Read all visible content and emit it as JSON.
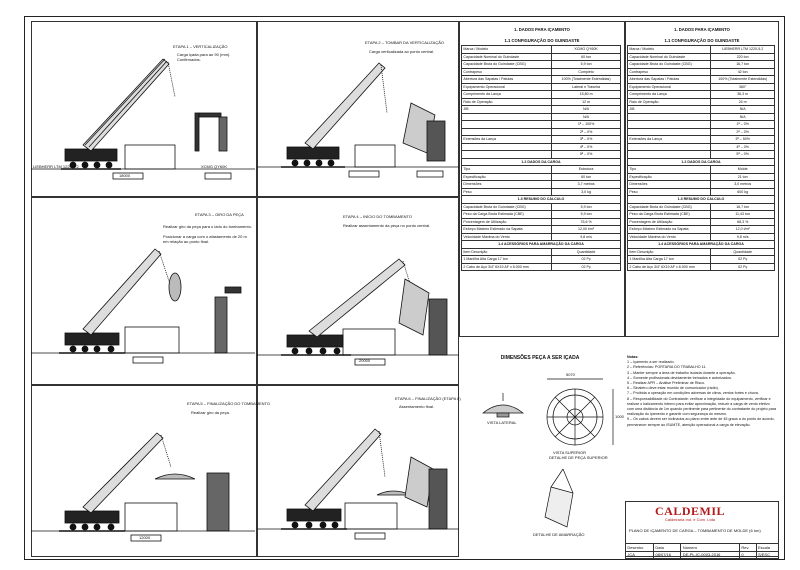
{
  "stages": [
    {
      "title": "ETAPA 1 – VERTICALIZAÇÃO",
      "note1": "Carga içada para ao 90 (mm).",
      "note2": "Confirmados."
    },
    {
      "title": "ETAPA 2 – TOMBAR DA VERTICALIZAÇÃO",
      "note1": "Carga verticalizada ao ponto central.",
      "note2": ""
    },
    {
      "title": "ETAPA 3 – GIRO DA PEÇA",
      "note1": "Realizar giro da peça para o lado do tombamento.",
      "note2": "Posicionar a carga com o afastamento de 20 m em relação ao ponto final."
    },
    {
      "title": "ETAPA 4 – INÍCIO DO TOMBAMENTO",
      "note1": "Realizar assentamento da peça no ponto central.",
      "note2": ""
    },
    {
      "title": "ETAPA 5 – FINALIZAÇÃO DO TOMBAMENTO",
      "note1": "Realizar giro da peça.",
      "note2": ""
    },
    {
      "title": "ETAPA 6 – FINALIZAÇÃO (ETAPA 6)",
      "note1": "Assentamento final.",
      "note2": ""
    }
  ],
  "left_table": {
    "title": "1. DADOS PARA IÇAMENTO",
    "sec1": "1.1 CONFIGURAÇÃO DO GUINDASTE",
    "rows": [
      [
        "Marca / Modelo",
        "XCMG QY60K"
      ],
      [
        "Capacidade Nominal do Guindaste",
        "60 ton"
      ],
      [
        "Capacidade Bruta do Guindaste (CBG)",
        "5,9 ton"
      ],
      [
        "Contrapeso",
        "Completo"
      ],
      [
        "Abertura das Sapatas / Patolas",
        "100% (Totalmente Estendidas)"
      ],
      [
        "Equipamento Operacional",
        "Lateral e Traseira"
      ],
      [
        "Comprimento da Lança",
        "15,80 m"
      ],
      [
        "Raio de Operação",
        "12 m"
      ]
    ],
    "jib_label": "JIB",
    "jib_vals": [
      "N/A",
      "N/A"
    ],
    "sections_label": "Extensões da Lança",
    "sections": [
      "1ª – 100%",
      "2ª – 0%",
      "3ª – 0%",
      "4ª – 0%",
      "5ª – 0%"
    ],
    "sec2": "1.2 DADOS DA CARGA",
    "rows2": [
      [
        "Tipo",
        "Estrutura"
      ],
      [
        "Especificação",
        "60 ton"
      ],
      [
        "Dimensões",
        "3,7 metros"
      ],
      [
        "Peso",
        "3,0 kg"
      ]
    ],
    "sec3": "1.3 RESUMO DO CÁLCULO",
    "rows3": [
      [
        "Capacidade Bruta do Guindaste (CBG)",
        "5,9 ton"
      ],
      [
        "Peso da Carga Bruta Estimada (CBE)",
        "5,9 ton"
      ],
      [
        "Porcentagem de Utilização",
        "76,6 %"
      ],
      [
        "Esforço Máximo Estimado na Sapata",
        "12,00 t/m²"
      ],
      [
        "Velocidade Máxima do Vento",
        "9,8 m/s"
      ]
    ],
    "sec4": "1.4 ACESSÓRIOS PARA AMARRAÇÃO DA CARGA",
    "acc_head": [
      "Item",
      "Descrição",
      "Quantidade"
    ],
    "acc_rows": [
      [
        "1",
        "Manilha Alta Carga 17 ton",
        "02 Pç"
      ],
      [
        "2",
        "Cabo de Aço 3/4” 6X19 AF x 6.000 mm",
        "02 Pç"
      ]
    ]
  },
  "right_table": {
    "title": "1. DADOS PARA IÇAMENTO",
    "sec1": "1.1 CONFIGURAÇÃO DO GUINDASTE",
    "rows": [
      [
        "Marca / Modelo",
        "LIEBHERR LTM 1220-5.2"
      ],
      [
        "Capacidade Nominal do Guindaste",
        "220 ton"
      ],
      [
        "Capacidade Bruta do Guindaste (CBG)",
        "16,7 ton"
      ],
      [
        "Contrapeso",
        "42 ton"
      ],
      [
        "Abertura das Sapatas / Patolas",
        "100% (Totalmente Estendidas)"
      ],
      [
        "Equipamento Operacional",
        "360°"
      ],
      [
        "Comprimento da Lança",
        "36,3 m"
      ],
      [
        "Raio de Operação",
        "24 m"
      ]
    ],
    "jib_label": "JIB",
    "jib_vals": [
      "N/A",
      "N/A"
    ],
    "sections_label": "Extensões da Lança",
    "sections": [
      "1ª – 0%",
      "2ª – 0%",
      "3ª – 50%",
      "4ª – 0%",
      "5ª – 0%"
    ],
    "sec2": "1.2 DADOS DA CARGA",
    "rows2": [
      [
        "Tipo",
        "Molde"
      ],
      [
        "Especificação",
        "21 ton"
      ],
      [
        "Dimensões",
        "3,0 metros"
      ],
      [
        "Peso",
        "600 kg"
      ]
    ],
    "sec3": "1.3 RESUMO DO CÁLCULO",
    "rows3": [
      [
        "Capacidade Bruta do Guindaste (CBG)",
        "16,7 ton"
      ],
      [
        "Peso da Carga Bruta Estimada (CBE)",
        "11,43 ton"
      ],
      [
        "Porcentagem de Utilização",
        "68,3 %"
      ],
      [
        "Esforço Máximo Estimado na Sapata",
        "12,0 t/m²"
      ],
      [
        "Velocidade Máxima do Vento",
        "9,8 m/s"
      ]
    ],
    "sec4": "1.4 ACESSÓRIOS PARA AMARRAÇÃO DA CARGA",
    "acc_head": [
      "Item",
      "Descrição",
      "Quantidade"
    ],
    "acc_rows": [
      [
        "1",
        "Manilha Alta Carga 17 ton",
        "02 Pç"
      ],
      [
        "2",
        "Cabo de Aço 3/4” 6X19 AF x 6.000 mm",
        "02 Pç"
      ]
    ]
  },
  "dimensions": {
    "title": "DIMENSÕES PEÇA A SER IÇADA",
    "view1": "VISTA LATERAL",
    "view2": "VISTA SUPERIOR",
    "dim_top": "5070",
    "dim_side": "1000",
    "view_caption": "DETALHE DE PEÇA SUPERIOR",
    "detail_caption": "DETALHE DE AMARRAÇÃO"
  },
  "notes": {
    "title": "Notas:",
    "lines": [
      "1 – Içamento a ser realizado.",
      "2 – Referências: PORTARIA DO TRABALHO 11.",
      "3 – Manter sempre a área de trabalho isolada durante a operação.",
      "4 – Somente profissionais devidamente treinados e autorizados.",
      "5 – Realizar APR – Análise Preliminar de Risco.",
      "6 – Sinaleiro deve estar munido de comunicador (rádio).",
      "7 – Proibida a operação em condições adversas de clima, ventos fortes e chuva.",
      "8 – Responsabilidade do Contratante: verificar a integridade do equipamento, verificar e realizar o balizamento interno para evitar aproximação, reduzir a carga de vento efetivo com uma distância de 1m quando pertinente para pertinente do contratante do projeto para realização do içamento e garantir com segurança do mesmo.",
      "9 – Os cabos devem ser inclinados ao plano entre ante de 45 graus a do ponto de acordo, permanecer sempre ao ISUMTE, atenção operacional a carga de elevação."
    ]
  },
  "title_block": {
    "brand": "CALDEMIL",
    "brand_sub": "Caldeiraria Ind. e Com. Ltda",
    "description": "PLANO DE IÇAMENTO DE CARGA – TOMBAMENTO DE MOLDE (6 ton)",
    "fields": [
      [
        "Desenho",
        "JCA"
      ],
      [
        "Data",
        "08/07/16"
      ],
      [
        "Número",
        "DE-PL-IÇ-0003-2016"
      ],
      [
        "Rev.",
        "0"
      ],
      [
        "Escala",
        "S/ESC"
      ]
    ]
  },
  "labels": {
    "crane_ref": "LIEBHERR LTM 1220-5.2",
    "crane_ref2": "XCMG QY60K",
    "dist_a": "18000",
    "dist_b": "20000",
    "dist_c": "12000"
  }
}
